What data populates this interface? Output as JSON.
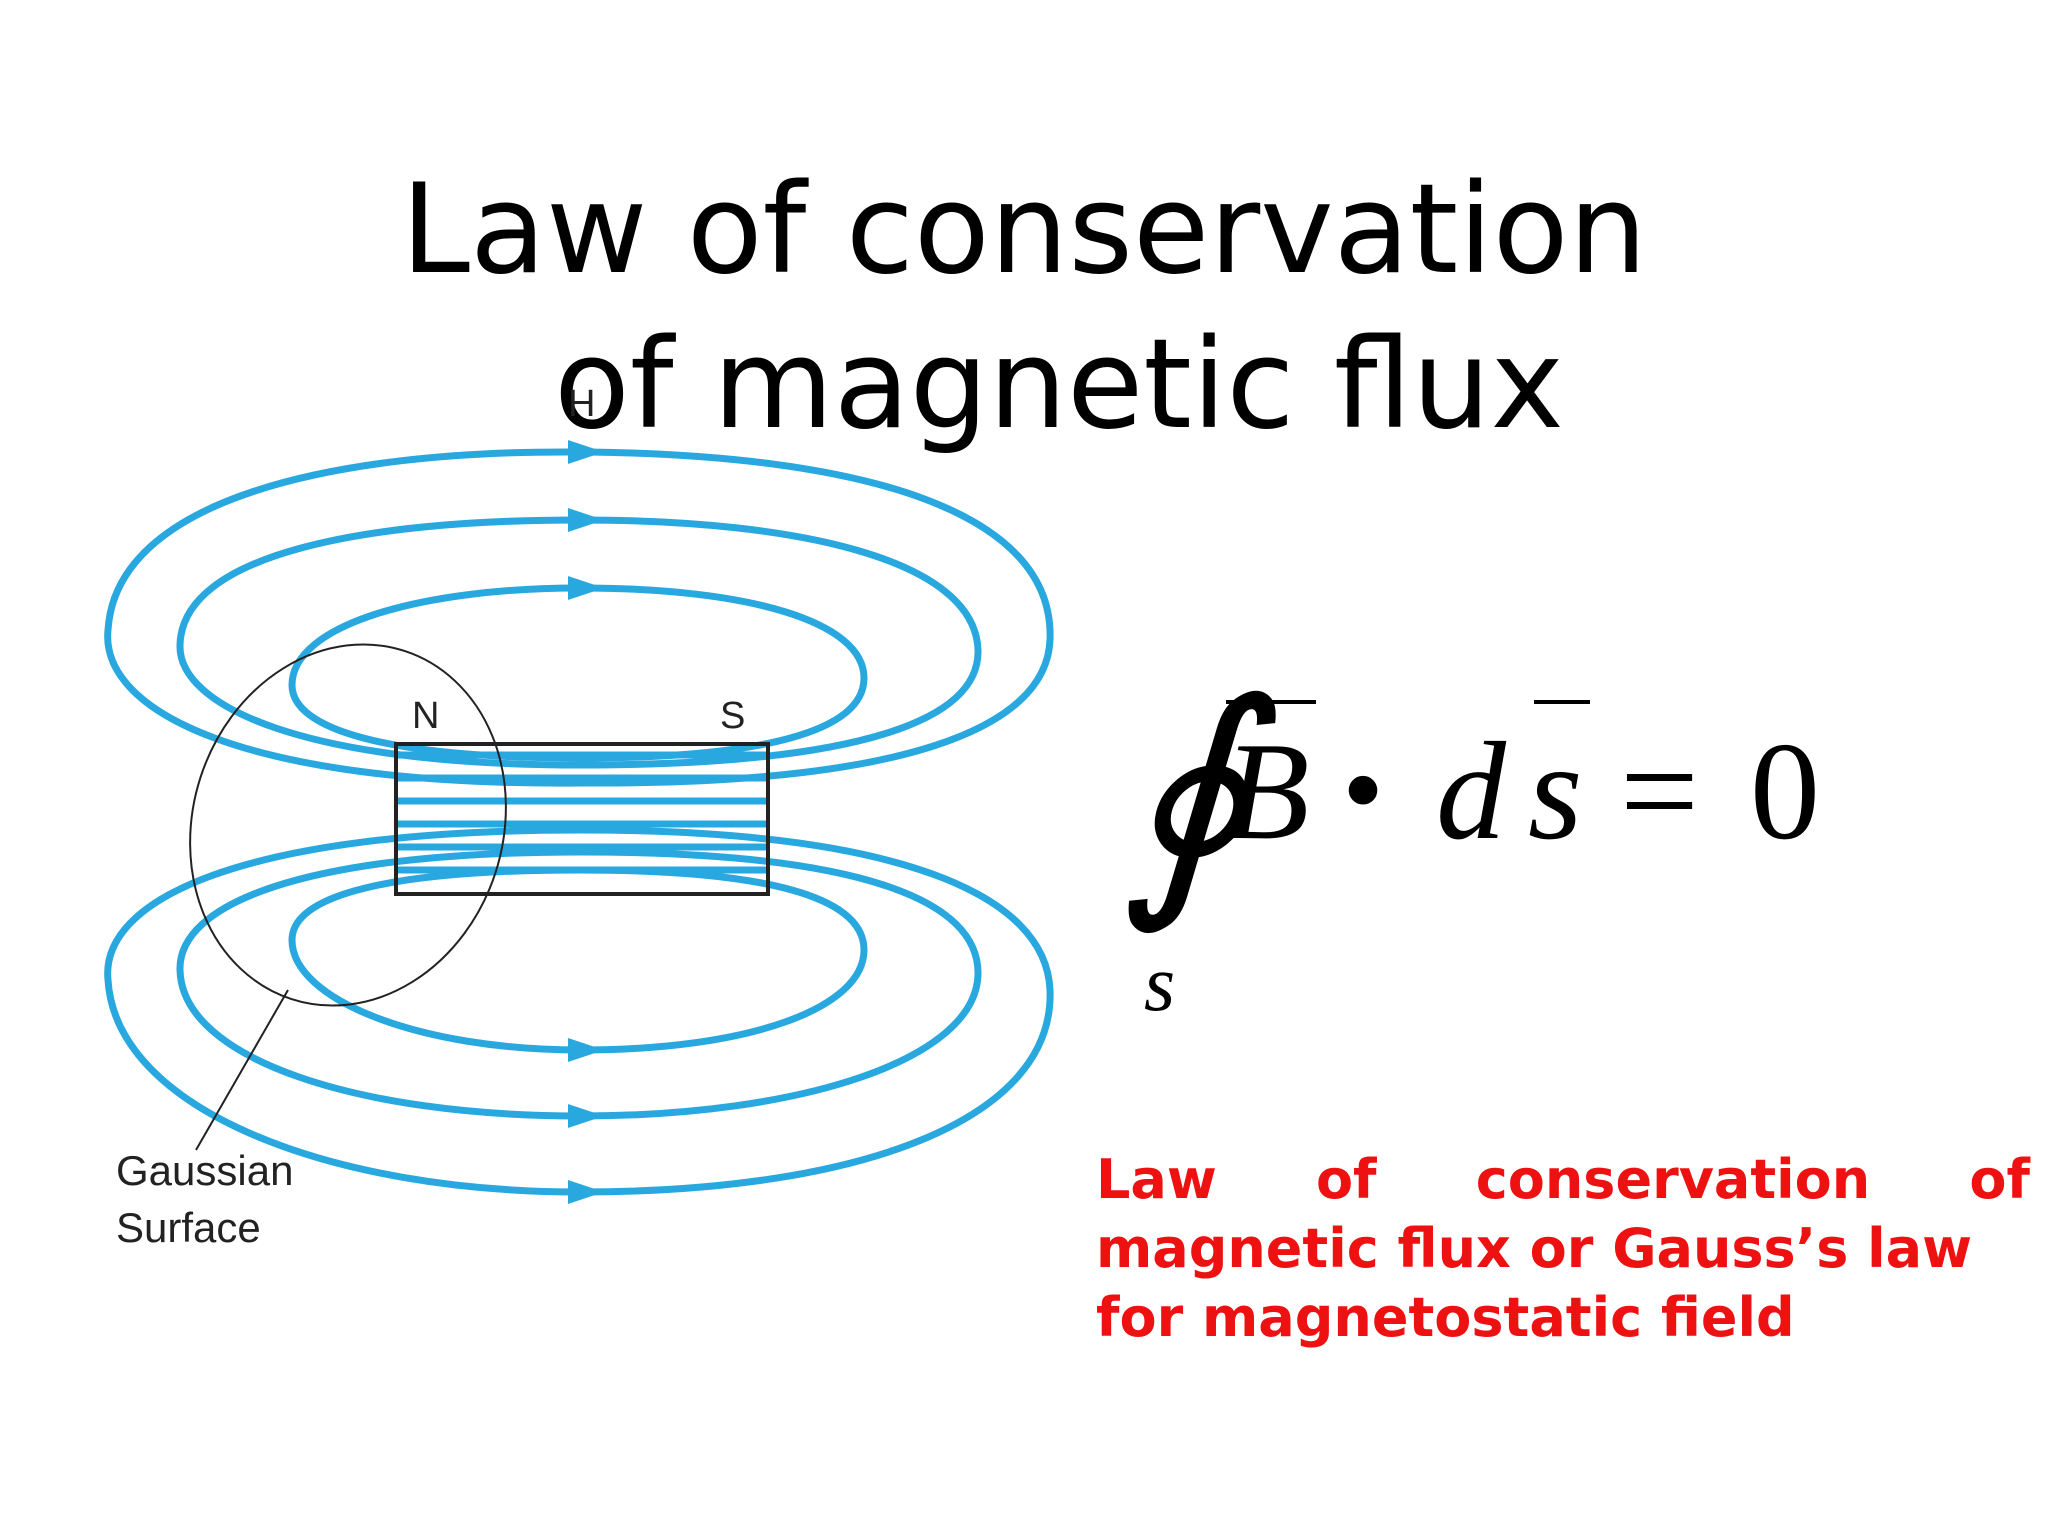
{
  "title": {
    "line1": "Law of conservation",
    "line2": "of magnetic flux"
  },
  "diagram": {
    "field_label": "H",
    "north_label": "N",
    "south_label": "S",
    "gaussian_label_line1": "Gaussian",
    "gaussian_label_line2": "Surface",
    "field_line_color": "#29a8e0",
    "magnet_outline_color": "#222222",
    "icons": [
      "field-arrow-icon",
      "field-arrow-icon",
      "field-arrow-icon",
      "field-arrow-icon",
      "field-arrow-icon",
      "field-arrow-icon"
    ]
  },
  "equation": {
    "integral_symbol": "∮",
    "vector_b": "B",
    "dot_operator": "•",
    "differential_d": "d",
    "vector_s": "s",
    "equals": "=",
    "zero": "0",
    "surface_subscript": "s"
  },
  "caption": {
    "line1_words": [
      "Law",
      "of",
      "conservation",
      "of"
    ],
    "line2": "magnetic flux or Gauss’s law",
    "line3": "for magnetostatic field",
    "color": "#ee1111"
  }
}
